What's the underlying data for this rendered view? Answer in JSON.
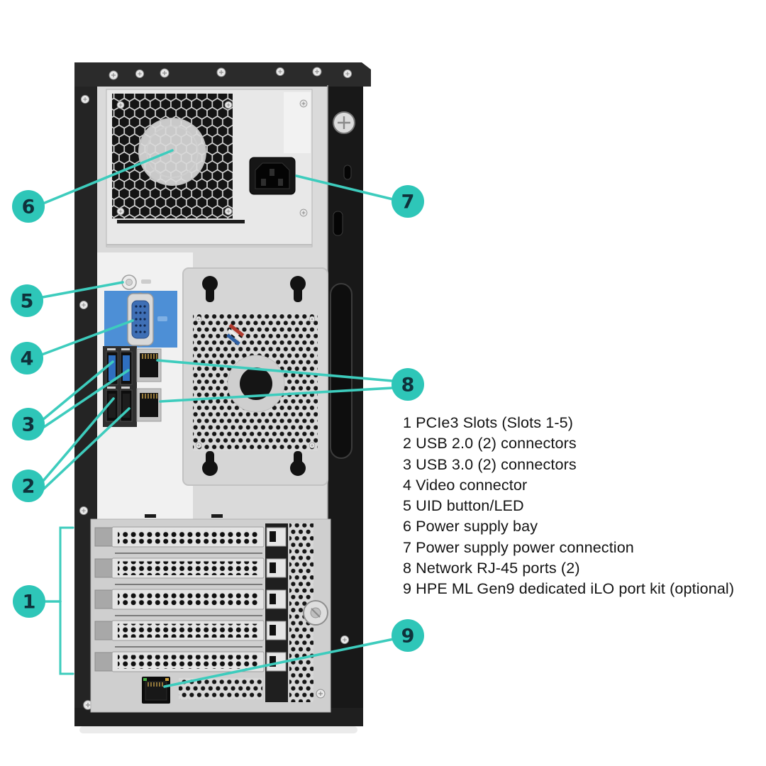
{
  "diagram": {
    "subject": "tower server rear panel callout diagram",
    "colors": {
      "callout_badge": "#2ec6b8",
      "callout_line": "#3dccbd",
      "badge_number_text": "#0f323b",
      "legend_text": "#141414",
      "video_block_blue": "#4d8fd6",
      "chassis_dark": "#222222",
      "panel_gray": "#dadada"
    }
  },
  "callouts": [
    {
      "number": "1",
      "label": "PCIe3 Slots (Slots 1-5)"
    },
    {
      "number": "2",
      "label": "USB 2.0 (2) connectors"
    },
    {
      "number": "3",
      "label": "USB 3.0 (2) connectors"
    },
    {
      "number": "4",
      "label": "Video connector"
    },
    {
      "number": "5",
      "label": "UID button/LED"
    },
    {
      "number": "6",
      "label": "Power supply bay"
    },
    {
      "number": "7",
      "label": "Power supply power connection"
    },
    {
      "number": "8",
      "label": "Network RJ-45 ports (2)"
    },
    {
      "number": "9",
      "label": "HPE ML Gen9 dedicated iLO port kit (optional)"
    }
  ]
}
